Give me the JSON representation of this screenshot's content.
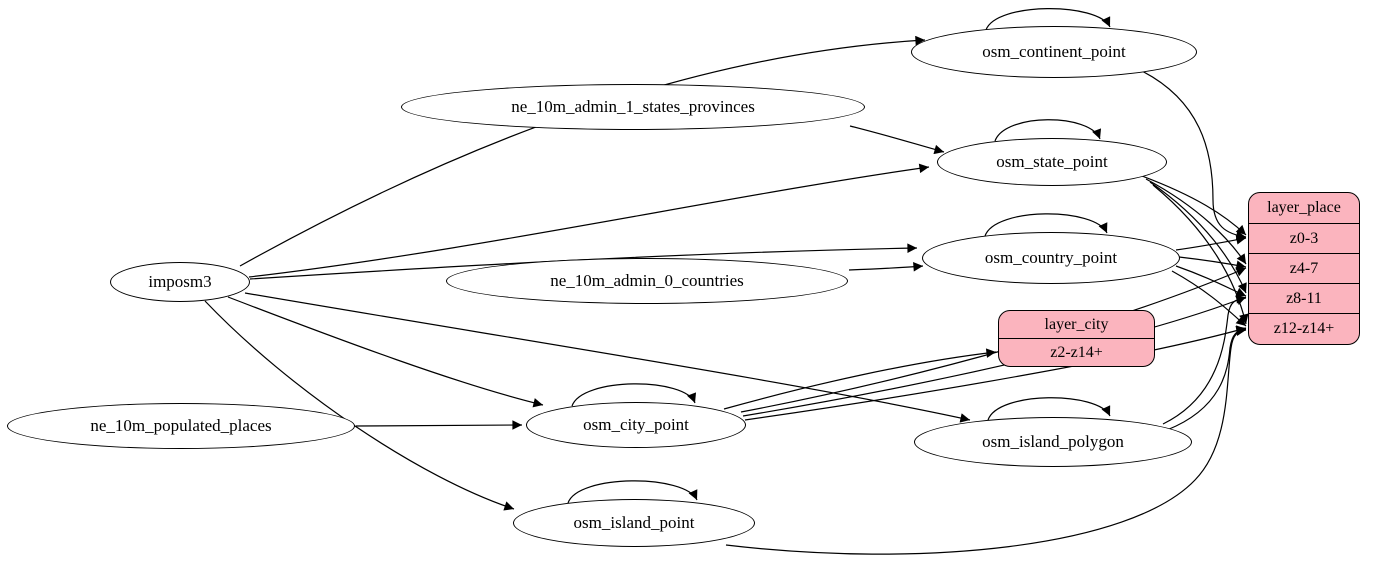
{
  "diagram": {
    "type": "etl-graph",
    "colors": {
      "background": "#ffffff",
      "edge": "#000000",
      "table_fill": "#ffffff",
      "layer_fill": "#fbb4be"
    },
    "nodes": {
      "imposm3": {
        "label": "imposm3"
      },
      "ne_10m_admin_1_states_provinces": {
        "label": "ne_10m_admin_1_states_provinces"
      },
      "ne_10m_admin_0_countries": {
        "label": "ne_10m_admin_0_countries"
      },
      "ne_10m_populated_places": {
        "label": "ne_10m_populated_places"
      },
      "osm_continent_point": {
        "label": "osm_continent_point"
      },
      "osm_state_point": {
        "label": "osm_state_point"
      },
      "osm_country_point": {
        "label": "osm_country_point"
      },
      "osm_city_point": {
        "label": "osm_city_point"
      },
      "osm_island_polygon": {
        "label": "osm_island_polygon"
      },
      "osm_island_point": {
        "label": "osm_island_point"
      },
      "layer_place": {
        "title": "layer_place",
        "rows": [
          "z0-3",
          "z4-7",
          "z8-11",
          "z12-z14+"
        ]
      },
      "layer_city": {
        "title": "layer_city",
        "rows": [
          "z2-z14+"
        ]
      }
    },
    "edges": [
      {
        "from": "imposm3",
        "to": "osm_continent_point"
      },
      {
        "from": "imposm3",
        "to": "osm_state_point"
      },
      {
        "from": "imposm3",
        "to": "osm_country_point"
      },
      {
        "from": "imposm3",
        "to": "osm_city_point"
      },
      {
        "from": "imposm3",
        "to": "osm_island_polygon"
      },
      {
        "from": "imposm3",
        "to": "osm_island_point"
      },
      {
        "from": "ne_10m_admin_1_states_provinces",
        "to": "osm_state_point"
      },
      {
        "from": "ne_10m_admin_0_countries",
        "to": "osm_country_point"
      },
      {
        "from": "ne_10m_populated_places",
        "to": "osm_city_point"
      },
      {
        "from": "osm_continent_point",
        "to": "osm_continent_point",
        "self_loop": true
      },
      {
        "from": "osm_state_point",
        "to": "osm_state_point",
        "self_loop": true
      },
      {
        "from": "osm_country_point",
        "to": "osm_country_point",
        "self_loop": true
      },
      {
        "from": "osm_city_point",
        "to": "osm_city_point",
        "self_loop": true
      },
      {
        "from": "osm_island_polygon",
        "to": "osm_island_polygon",
        "self_loop": true
      },
      {
        "from": "osm_island_point",
        "to": "osm_island_point",
        "self_loop": true
      },
      {
        "from": "osm_city_point",
        "to": "layer_city",
        "row": "z2-z14+"
      },
      {
        "from": "osm_continent_point",
        "to": "layer_place",
        "row": "z0-3"
      },
      {
        "from": "osm_state_point",
        "to": "layer_place",
        "row": "z0-3"
      },
      {
        "from": "osm_state_point",
        "to": "layer_place",
        "row": "z4-7"
      },
      {
        "from": "osm_state_point",
        "to": "layer_place",
        "row": "z8-11"
      },
      {
        "from": "osm_state_point",
        "to": "layer_place",
        "row": "z12-z14+"
      },
      {
        "from": "osm_country_point",
        "to": "layer_place",
        "row": "z0-3"
      },
      {
        "from": "osm_country_point",
        "to": "layer_place",
        "row": "z4-7"
      },
      {
        "from": "osm_country_point",
        "to": "layer_place",
        "row": "z8-11"
      },
      {
        "from": "osm_country_point",
        "to": "layer_place",
        "row": "z12-z14+"
      },
      {
        "from": "osm_city_point",
        "to": "layer_place",
        "row": "z4-7"
      },
      {
        "from": "osm_city_point",
        "to": "layer_place",
        "row": "z8-11"
      },
      {
        "from": "osm_city_point",
        "to": "layer_place",
        "row": "z12-z14+"
      },
      {
        "from": "osm_island_polygon",
        "to": "layer_place",
        "row": "z8-11"
      },
      {
        "from": "osm_island_polygon",
        "to": "layer_place",
        "row": "z12-z14+"
      },
      {
        "from": "osm_island_point",
        "to": "layer_place",
        "row": "z12-z14+"
      }
    ]
  }
}
